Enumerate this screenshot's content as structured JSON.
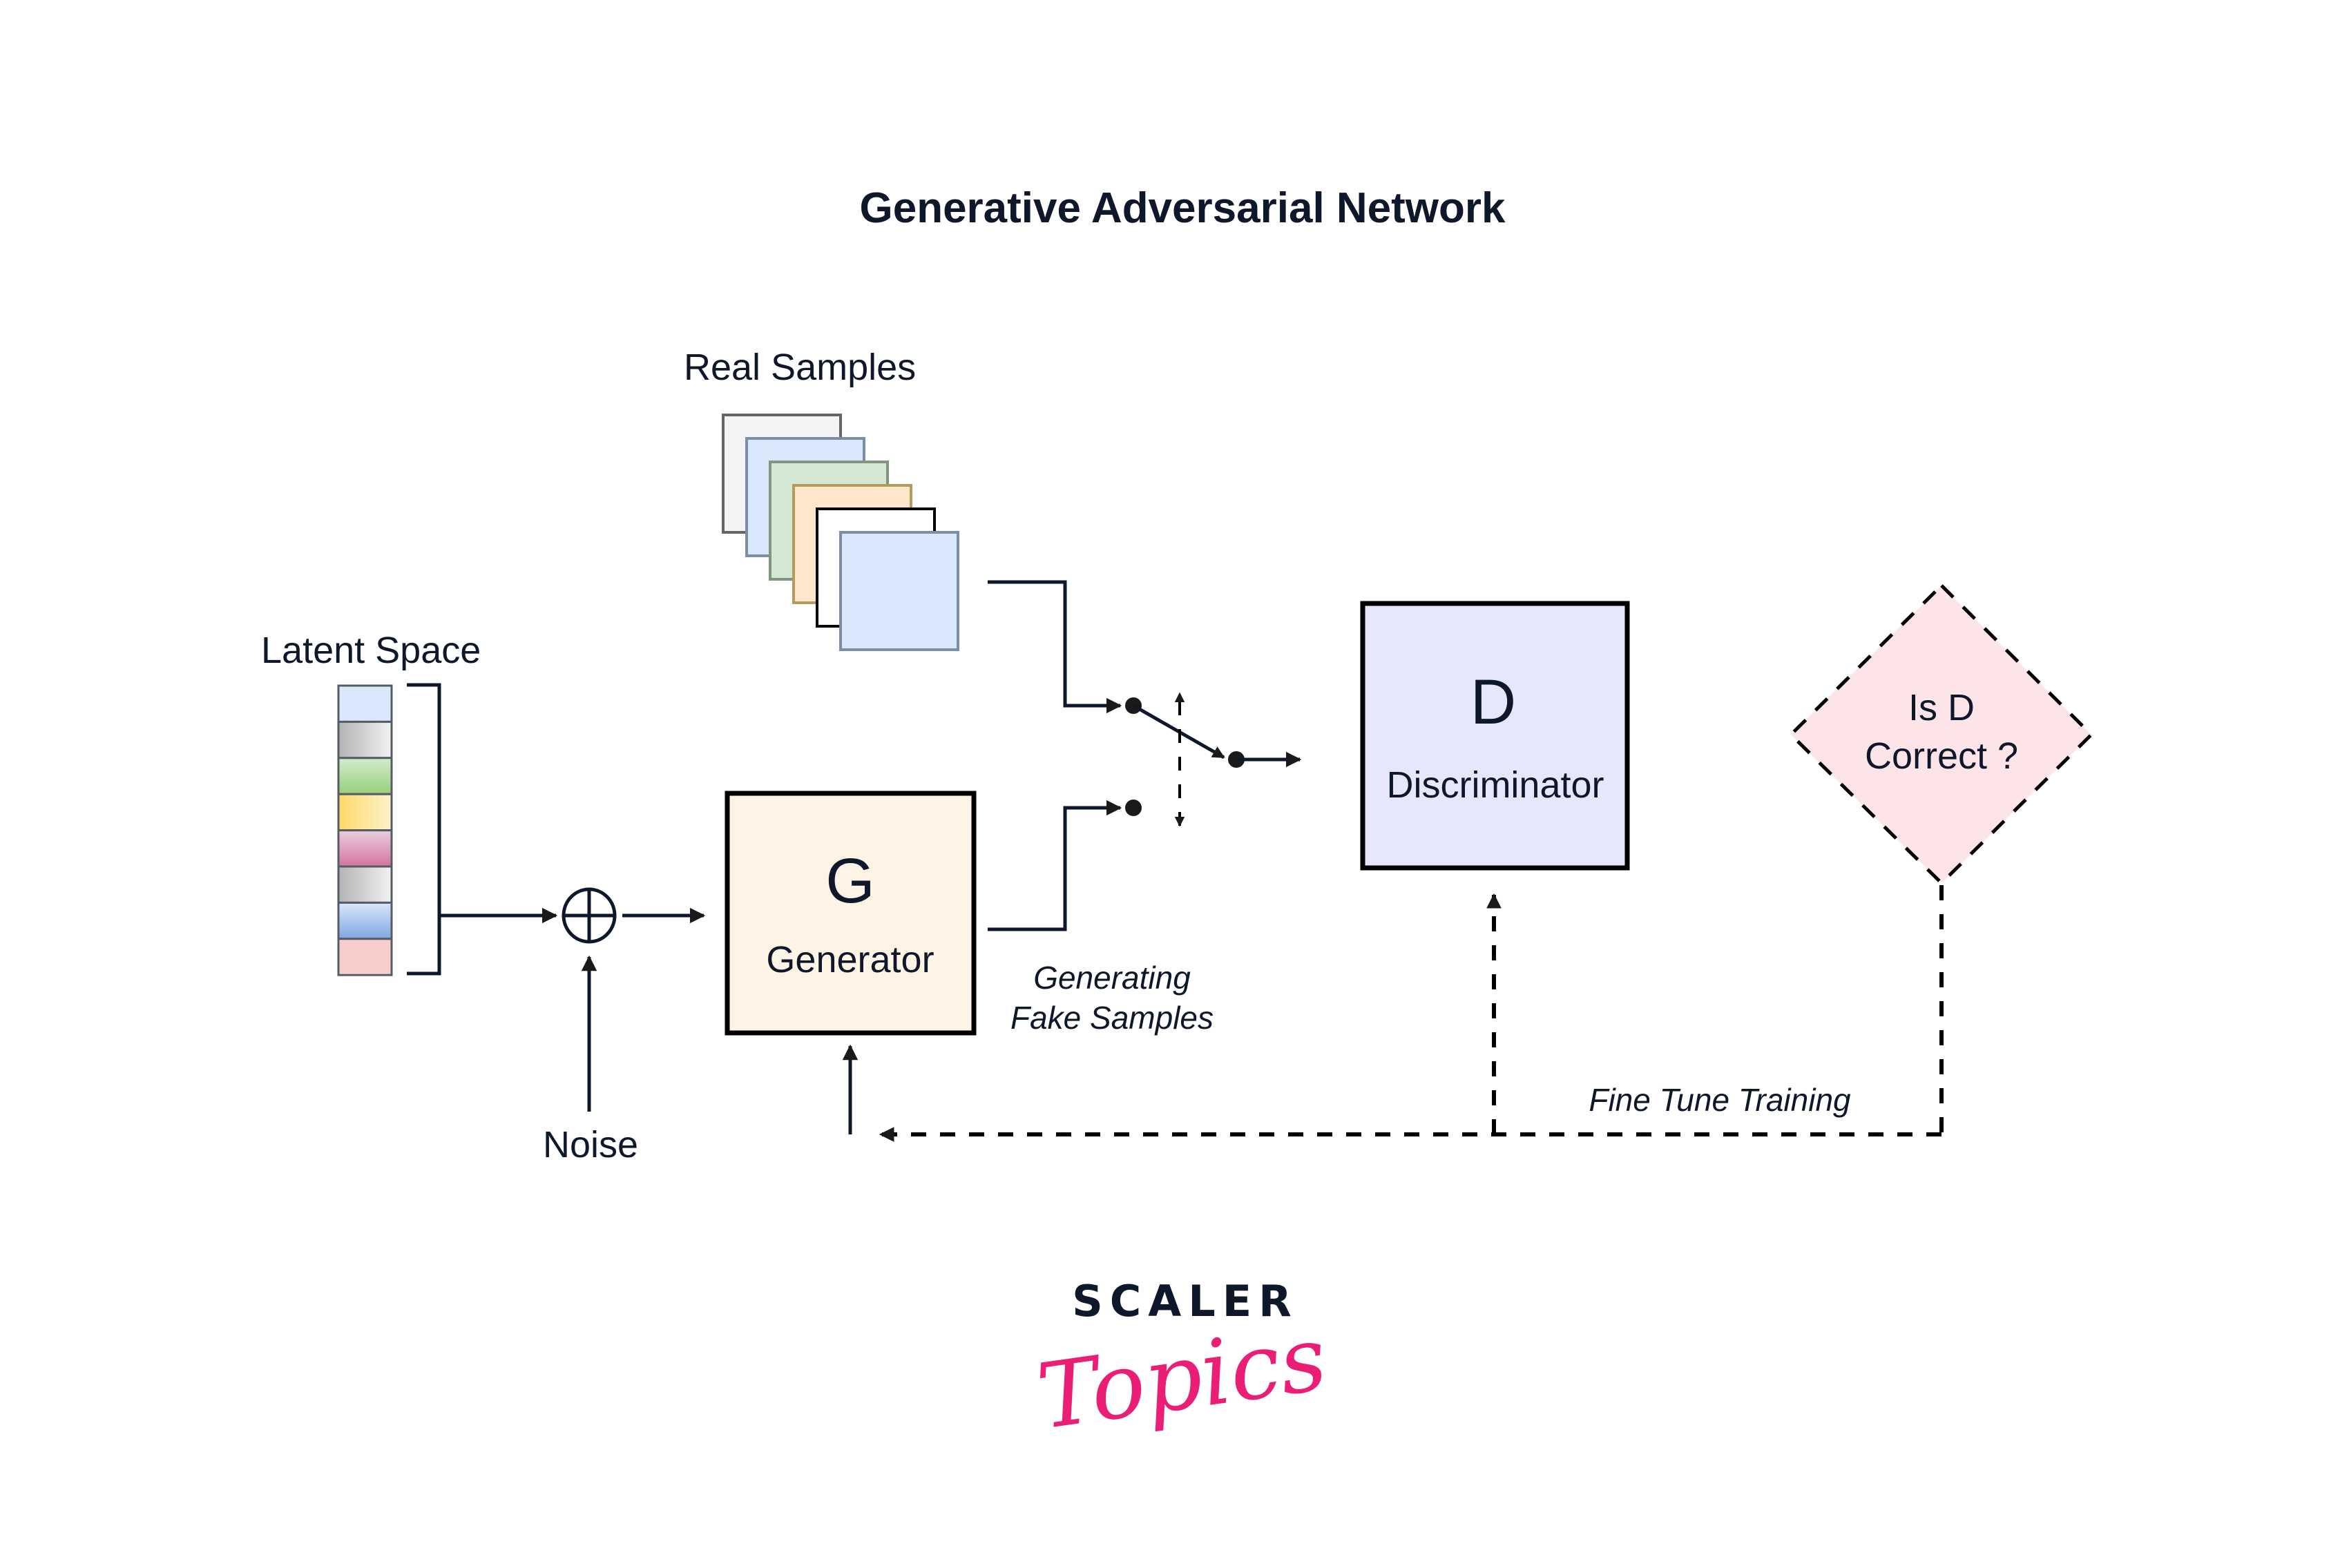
{
  "title": "Generative Adversarial Network",
  "labels": {
    "real_samples": "Real Samples",
    "latent_space": "Latent Space",
    "noise": "Noise",
    "generating_line1": "Generating",
    "generating_line2": "Fake Samples",
    "fine_tune": "Fine Tune Training"
  },
  "generator": {
    "letter": "G",
    "name": "Generator",
    "fill": "#fef4e6"
  },
  "discriminator": {
    "letter": "D",
    "name": "Discriminator",
    "fill": "#e6e6fc"
  },
  "decision": {
    "line1": "Is D",
    "line2": "Correct ?",
    "fill": "#fde4e8"
  },
  "real_sample_stack": [
    {
      "fill": "#f3f4f6",
      "stroke": "#666666"
    },
    {
      "fill": "#dae8fc",
      "stroke": "#7c8ea3"
    },
    {
      "fill": "#d5e8d4",
      "stroke": "#82967f"
    },
    {
      "fill": "#ffe6cc",
      "stroke": "#b59a5a"
    },
    {
      "fill": "#ffffff",
      "stroke": "#000000"
    },
    {
      "fill": "#dae8fc",
      "stroke": "#7c8ea3"
    }
  ],
  "latent_cells": [
    {
      "from": "#dae8fc",
      "to": "#dae8fc"
    },
    {
      "from": "#b3b3b3",
      "to": "#f2f2f2"
    },
    {
      "from": "#d5ebd0",
      "to": "#97d077"
    },
    {
      "from": "#ffd966",
      "to": "#fff2cc"
    },
    {
      "from": "#e6d0de",
      "to": "#d5739d"
    },
    {
      "from": "#b3b3b3",
      "to": "#f2f2f2"
    },
    {
      "from": "#dae8fc",
      "to": "#7ea6e0"
    },
    {
      "from": "#f8cecc",
      "to": "#f8cecc"
    }
  ],
  "logo": {
    "top": "SCALER",
    "script": "Topics",
    "accent": "#e91e74"
  }
}
